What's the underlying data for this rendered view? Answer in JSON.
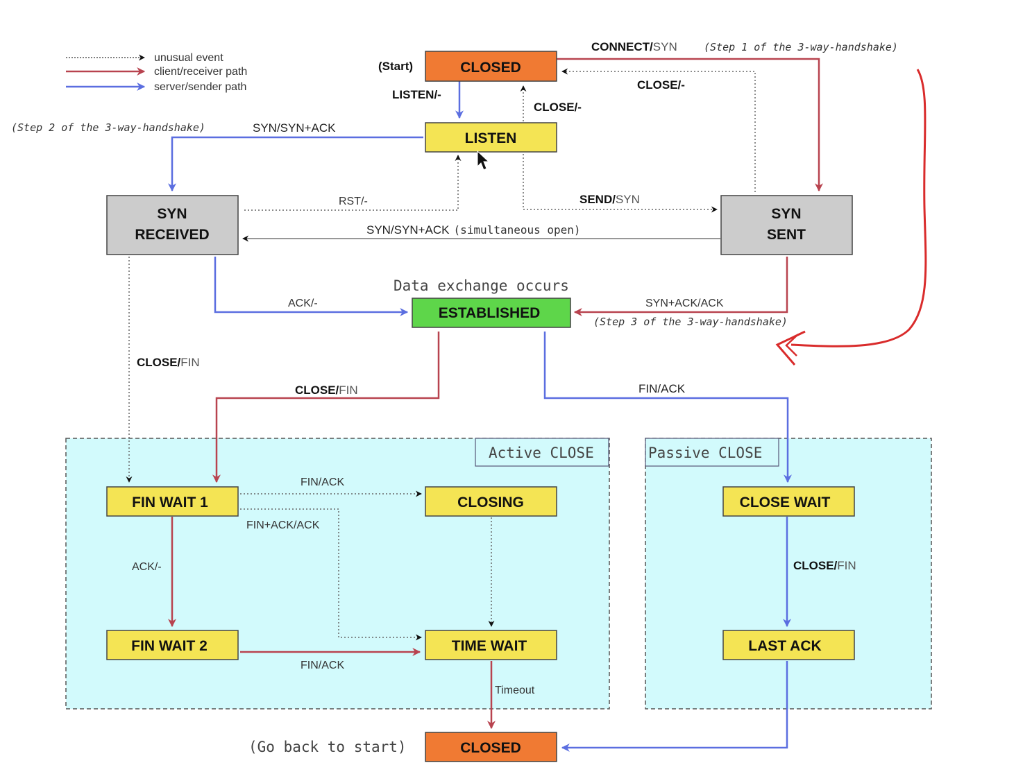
{
  "legend": {
    "unusual": "unusual event",
    "client": "client/receiver path",
    "server": "server/sender path"
  },
  "colors": {
    "client": "#b8434f",
    "server": "#5b6ee0",
    "unusual": "#777777",
    "closed_fill": "#f07a33",
    "yellow_fill": "#f4e454",
    "gray_fill": "#cccccc",
    "established_fill": "#5ed64a",
    "region_fill": "#d2fafc",
    "annotation": "#d92b2b"
  },
  "states": {
    "closed_top": "CLOSED",
    "listen": "LISTEN",
    "syn_received_1": "SYN",
    "syn_received_2": "RECEIVED",
    "syn_sent_1": "SYN",
    "syn_sent_2": "SENT",
    "established": "ESTABLISHED",
    "fin_wait_1": "FIN WAIT 1",
    "closing": "CLOSING",
    "fin_wait_2": "FIN WAIT 2",
    "time_wait": "TIME WAIT",
    "close_wait": "CLOSE WAIT",
    "last_ack": "LAST ACK",
    "closed_bottom": "CLOSED"
  },
  "regions": {
    "active": "Active CLOSE",
    "passive": "Passive CLOSE"
  },
  "labels": {
    "start": "(Start)",
    "connect_bold": "CONNECT/",
    "connect_light": "SYN",
    "step1": "(Step 1 of the 3-way-handshake)",
    "listen_trans": "LISTEN/-",
    "close_dash_listen": "CLOSE/-",
    "close_dash_synsent": "CLOSE/-",
    "step2": "(Step 2 of the 3-way-handshake)",
    "syn_synack": "SYN/SYN+ACK",
    "rst": "RST/-",
    "send_bold": "SEND/",
    "send_light": "SYN",
    "simul_prefix": "SYN/SYN+ACK",
    "simul_suffix": "(simultaneous open)",
    "data_exchange": "Data exchange occurs",
    "ack_dash": "ACK/-",
    "synack_ack": "SYN+ACK/ACK",
    "step3": "(Step 3 of the 3-way-handshake)",
    "close_fin_left_bold": "CLOSE/",
    "close_fin_left_light": "FIN",
    "close_fin_mid_bold": "CLOSE/",
    "close_fin_mid_light": "FIN",
    "fin_ack_right": "FIN/ACK",
    "fin_ack_closing": "FIN/ACK",
    "fin_ack_ack": "FIN+ACK/ACK",
    "ack_dash_fw": "ACK/-",
    "fin_ack_fw2": "FIN/ACK",
    "close_fin_passive_bold": "CLOSE/",
    "close_fin_passive_light": "FIN",
    "timeout": "Timeout",
    "go_back": "(Go back to start)"
  }
}
